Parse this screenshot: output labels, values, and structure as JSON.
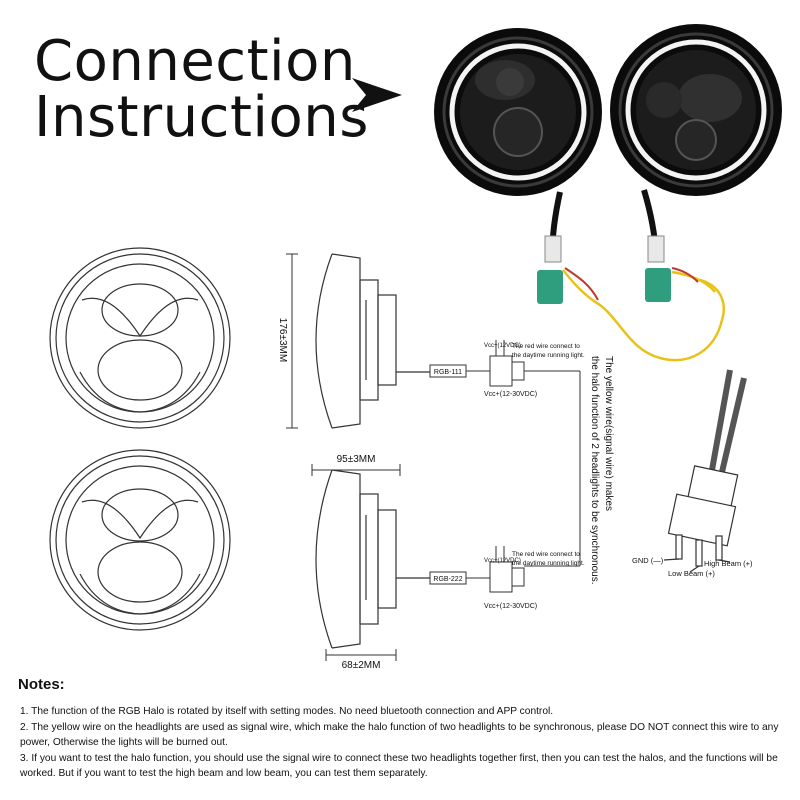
{
  "title": {
    "line1": "Connection",
    "line2": "Instructions"
  },
  "dimensions": {
    "height": "176±3MM",
    "depth": "95±3MM",
    "base": "68±2MM"
  },
  "connectors": {
    "top": {
      "tag": "RGB-111",
      "vcc_small": "Vcc+(12VDC)",
      "vcc": "Vcc+(12-30VDC)",
      "note_line1": "The red wire connect to",
      "note_line2": "the daytime running light."
    },
    "bottom": {
      "tag": "RGB-222",
      "vcc_small": "Vcc+(12VDC)",
      "vcc": "Vcc+(12-30VDC)",
      "note_line1": "The red wire connect to",
      "note_line2": "the daytime running light."
    }
  },
  "yellow_wire_note": {
    "line1": "The yellow wire(signal wire) makes",
    "line2": "the halo function of 2 headlights to be synchronous."
  },
  "plug_labels": {
    "gnd": "GND (—)",
    "low": "Low Beam (+)",
    "high": "High Beam (+)"
  },
  "notes": {
    "heading": "Notes:",
    "items": [
      "1. The function of the RGB Halo is rotated by itself with setting modes. No need bluetooth connection and APP control.",
      "2. The yellow wire on the headlights are used as signal wire, which make the halo function of two headlights to be synchronous,  please DO NOT connect this wire to any power, Otherwise the lights will be burned out.",
      "3. If you want to test the halo function, you should use the signal wire to connect these two headlights together first, then you can test the halos, and the functions will be worked. But if you want to test the high beam and low beam, you can test them separately."
    ]
  },
  "colors": {
    "wire_yellow": "#e8c21a",
    "connector_green": "#2f9e7e",
    "halo_white": "#f4f4f4",
    "lamp_black": "#111111"
  }
}
